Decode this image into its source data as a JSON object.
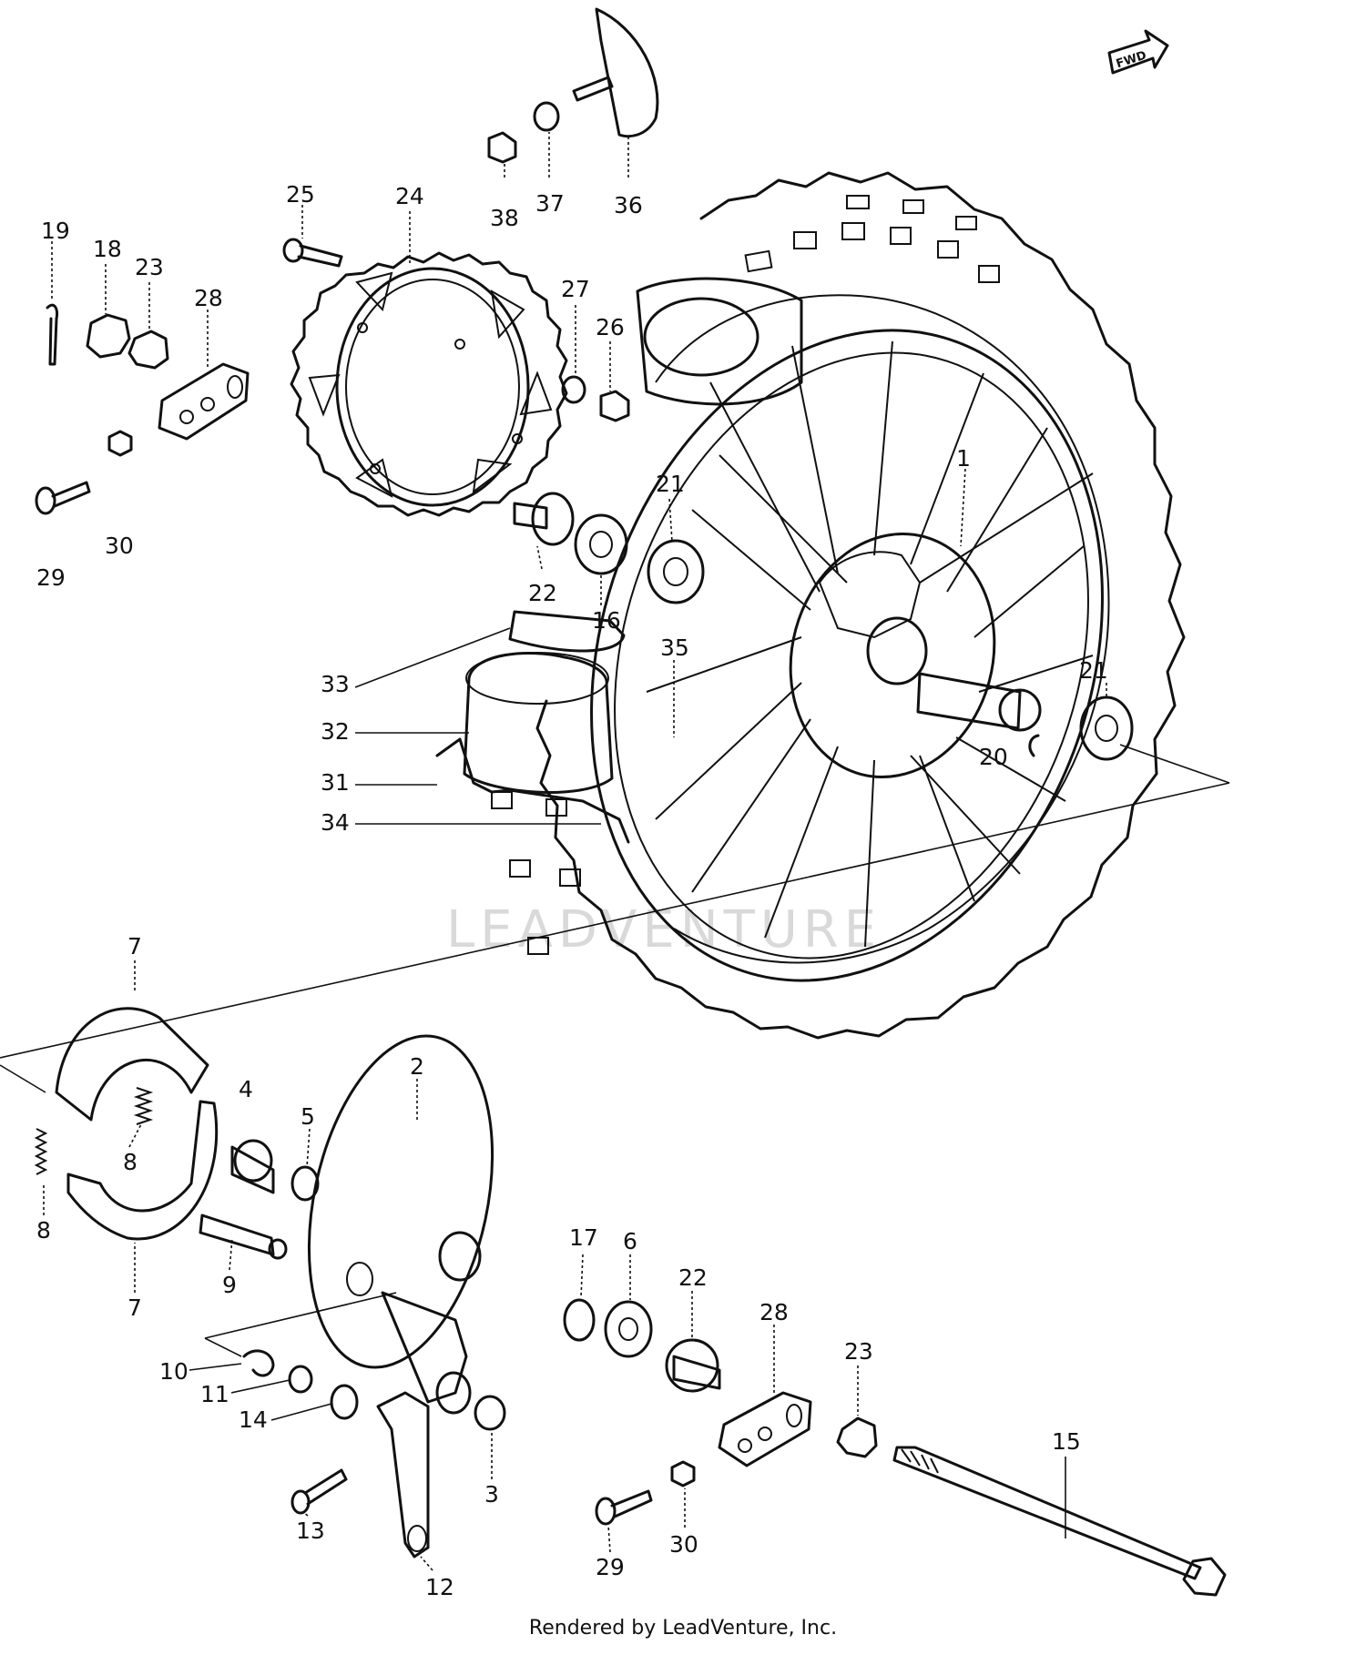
{
  "diagram": {
    "direction_marker": "FWD",
    "watermark": "LEADVENTURE",
    "callouts": [
      {
        "id": "c19",
        "text": "19"
      },
      {
        "id": "c18",
        "text": "18"
      },
      {
        "id": "c23a",
        "text": "23"
      },
      {
        "id": "c28a",
        "text": "28"
      },
      {
        "id": "c29a",
        "text": "29"
      },
      {
        "id": "c30a",
        "text": "30"
      },
      {
        "id": "c25",
        "text": "25"
      },
      {
        "id": "c24",
        "text": "24"
      },
      {
        "id": "c27",
        "text": "27"
      },
      {
        "id": "c26",
        "text": "26"
      },
      {
        "id": "c38",
        "text": "38"
      },
      {
        "id": "c37",
        "text": "37"
      },
      {
        "id": "c36",
        "text": "36"
      },
      {
        "id": "c22a",
        "text": "22"
      },
      {
        "id": "c16",
        "text": "16"
      },
      {
        "id": "c21a",
        "text": "21"
      },
      {
        "id": "c1",
        "text": "1"
      },
      {
        "id": "c21b",
        "text": "21"
      },
      {
        "id": "c20",
        "text": "20"
      },
      {
        "id": "c35",
        "text": "35"
      },
      {
        "id": "c33",
        "text": "33"
      },
      {
        "id": "c32",
        "text": "32"
      },
      {
        "id": "c31",
        "text": "31"
      },
      {
        "id": "c34",
        "text": "34"
      },
      {
        "id": "c7a",
        "text": "7"
      },
      {
        "id": "c4",
        "text": "4"
      },
      {
        "id": "c8a",
        "text": "8"
      },
      {
        "id": "c8b",
        "text": "8"
      },
      {
        "id": "c7b",
        "text": "7"
      },
      {
        "id": "c5",
        "text": "5"
      },
      {
        "id": "c9",
        "text": "9"
      },
      {
        "id": "c2",
        "text": "2"
      },
      {
        "id": "c10",
        "text": "10"
      },
      {
        "id": "c11",
        "text": "11"
      },
      {
        "id": "c14",
        "text": "14"
      },
      {
        "id": "c3",
        "text": "3"
      },
      {
        "id": "c13",
        "text": "13"
      },
      {
        "id": "c12",
        "text": "12"
      },
      {
        "id": "c17",
        "text": "17"
      },
      {
        "id": "c6",
        "text": "6"
      },
      {
        "id": "c22b",
        "text": "22"
      },
      {
        "id": "c28b",
        "text": "28"
      },
      {
        "id": "c23b",
        "text": "23"
      },
      {
        "id": "c15",
        "text": "15"
      },
      {
        "id": "c29b",
        "text": "29"
      },
      {
        "id": "c30b",
        "text": "30"
      }
    ]
  },
  "footer": {
    "credit": "Rendered by LeadVenture, Inc."
  }
}
